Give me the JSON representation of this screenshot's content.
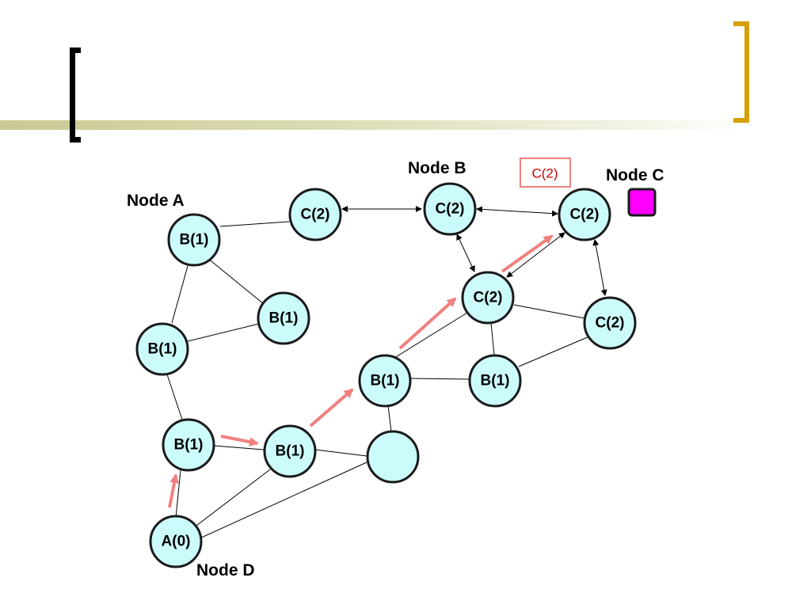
{
  "diagram": {
    "titles": {
      "node_a": "Node A",
      "node_b": "Node B",
      "node_c": "Node C",
      "node_d": "Node D"
    },
    "legend_box_label": "C(2)",
    "node_c_marker_color": "#ff00ff",
    "node_fill": "#ccfbfc",
    "path_color": "#f08080",
    "nodes": [
      {
        "id": "a0",
        "label": "A(0)"
      },
      {
        "id": "b1a",
        "label": "B(1)"
      },
      {
        "id": "b1b",
        "label": "B(1)"
      },
      {
        "id": "b1c",
        "label": "B(1)"
      },
      {
        "id": "b1d",
        "label": "B(1)"
      },
      {
        "id": "b1e",
        "label": "B(1)"
      },
      {
        "id": "b1f",
        "label": "B(1)"
      },
      {
        "id": "b1g",
        "label": "B(1)"
      },
      {
        "id": "empty",
        "label": ""
      },
      {
        "id": "c2a",
        "label": "C(2)"
      },
      {
        "id": "c2b",
        "label": "C(2)"
      },
      {
        "id": "c2c",
        "label": "C(2)"
      },
      {
        "id": "c2d",
        "label": "C(2)"
      },
      {
        "id": "c2e",
        "label": "C(2)"
      }
    ]
  }
}
